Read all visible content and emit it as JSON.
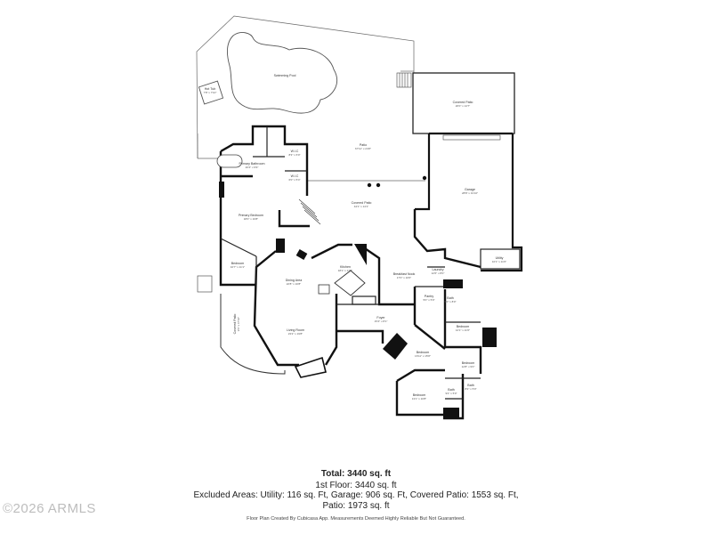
{
  "summary": {
    "total": "Total: 3440 sq. ft",
    "first_floor": "1st Floor: 3440 sq. ft",
    "excluded_line1": "Excluded Areas: Utility: 116 sq. Ft, Garage: 906 sq. Ft, Covered Patio: 1553 sq. Ft,",
    "excluded_line2": "Patio: 1973 sq. ft",
    "disclaimer": "Floor Plan Created By Cubicasa App. Measurements Deemed Highly Reliable But Not Guaranteed."
  },
  "watermark": "©2026 ARMLS",
  "rooms": {
    "swimming_pool": {
      "name": "Swimming Pool",
      "dim": ""
    },
    "hot_tub": {
      "name": "Hot Tub",
      "dim": "7'8\" x 7'10\""
    },
    "patio": {
      "name": "Patio",
      "dim": "67'11\" x 24'8\""
    },
    "covered_patio_top": {
      "name": "Covered Patio",
      "dim": "20'0\" x 14'7\""
    },
    "garage": {
      "name": "Garage",
      "dim": "28'8\" x 31'10\""
    },
    "covered_patio_mid": {
      "name": "Covered Patio",
      "dim": "44'1\" x 14'1\""
    },
    "primary_bathroom": {
      "name": "Primary Bathroom",
      "dim": "20'4\" x 9'9\""
    },
    "wic_1": {
      "name": "W.I.C",
      "dim": "8'3\" x 6'0\""
    },
    "wic_2": {
      "name": "W.I.C",
      "dim": "6'0\" x 5'4\""
    },
    "primary_bedroom": {
      "name": "Primary Bedroom",
      "dim": "18'0\" x 16'8\""
    },
    "bedroom_left": {
      "name": "Bedroom",
      "dim": "10'7\" x 11'1\""
    },
    "dining_area": {
      "name": "Dining Area",
      "dim": "22'8\" x 10'8\""
    },
    "kitchen": {
      "name": "Kitchen",
      "dim": "18'1\" x 17'8\""
    },
    "breakfast_nook": {
      "name": "Breakfast Nook",
      "dim": "17'0\" x 10'0\""
    },
    "laundry": {
      "name": "Laundry",
      "dim": "12'6\" x 8'0\""
    },
    "utility": {
      "name": "Utility",
      "dim": "10'1\" x 11'6\""
    },
    "pantry": {
      "name": "Pantry",
      "dim": "5'0\" x 5'0\""
    },
    "bath_small": {
      "name": "Bath",
      "dim": "5'0\" x 8'0\""
    },
    "living_room": {
      "name": "Living Room",
      "dim": "23'2\" x 19'8\""
    },
    "covered_patio_left": {
      "name": "Covered Patio",
      "dim": "9'6\" x 47'10\""
    },
    "foyer": {
      "name": "Foyer",
      "dim": "15'4\" x 8'1\""
    },
    "bedroom_center": {
      "name": "Bedroom",
      "dim": "16'11\" x 15'8\""
    },
    "bedroom_r1": {
      "name": "Bedroom",
      "dim": "12'1\" x 11'6\""
    },
    "bedroom_r2": {
      "name": "Bedroom",
      "dim": "12'8\" x 9'0\""
    },
    "bedroom_bottom": {
      "name": "Bedroom",
      "dim": "13'1\" x 10'8\""
    },
    "bath_r": {
      "name": "Bath",
      "dim": "8'2\" x 5'0\""
    },
    "bath_b": {
      "name": "Bath",
      "dim": "9'4\" x 5'0\""
    }
  }
}
